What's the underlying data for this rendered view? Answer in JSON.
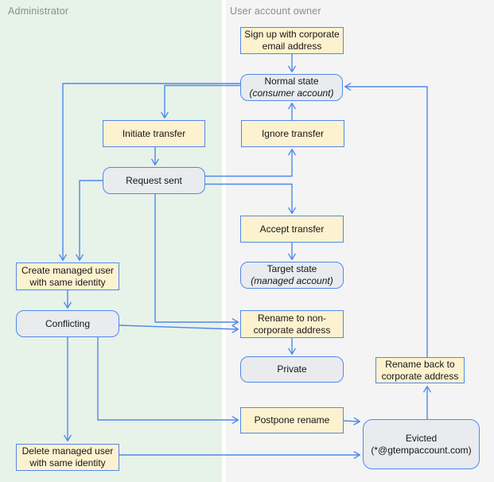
{
  "regions": {
    "administrator": {
      "label": "Administrator"
    },
    "user_account_owner": {
      "label": "User account owner"
    }
  },
  "nodes": {
    "signup": {
      "label": "Sign up with corporate email address",
      "type": "action"
    },
    "normal": {
      "label": "Normal state",
      "sublabel": "(consumer account)",
      "type": "state"
    },
    "initiate": {
      "label": "Initiate transfer",
      "type": "action"
    },
    "ignore": {
      "label": "Ignore transfer",
      "type": "action"
    },
    "request": {
      "label": "Request sent",
      "type": "state"
    },
    "accept": {
      "label": "Accept transfer",
      "type": "action"
    },
    "target": {
      "label": "Target state",
      "sublabel": "(managed account)",
      "type": "state"
    },
    "create": {
      "label": "Create managed user with same identity",
      "type": "action"
    },
    "conflicting": {
      "label": "Conflicting",
      "type": "state"
    },
    "rename_non": {
      "label": "Rename to non-corporate address",
      "type": "action"
    },
    "private": {
      "label": "Private",
      "type": "state"
    },
    "rename_back": {
      "label": "Rename back to corporate address",
      "type": "action"
    },
    "postpone": {
      "label": "Postpone rename",
      "type": "action"
    },
    "evicted": {
      "label": "Evicted",
      "sublabel": "(*@gtempaccount.com)",
      "type": "state"
    },
    "delete": {
      "label": "Delete managed user with same identity",
      "type": "action"
    }
  },
  "edges": [
    {
      "from": "signup",
      "to": "normal"
    },
    {
      "from": "normal",
      "to": "create"
    },
    {
      "from": "normal",
      "to": "initiate"
    },
    {
      "from": "initiate",
      "to": "request"
    },
    {
      "from": "request",
      "to": "create"
    },
    {
      "from": "request",
      "to": "ignore"
    },
    {
      "from": "ignore",
      "to": "normal"
    },
    {
      "from": "request",
      "to": "accept"
    },
    {
      "from": "accept",
      "to": "target"
    },
    {
      "from": "request",
      "to": "rename_non"
    },
    {
      "from": "conflicting",
      "to": "rename_non"
    },
    {
      "from": "rename_non",
      "to": "private"
    },
    {
      "from": "create",
      "to": "conflicting"
    },
    {
      "from": "conflicting",
      "to": "delete"
    },
    {
      "from": "conflicting",
      "to": "postpone"
    },
    {
      "from": "postpone",
      "to": "evicted"
    },
    {
      "from": "delete",
      "to": "evicted"
    },
    {
      "from": "evicted",
      "to": "rename_back"
    },
    {
      "from": "rename_back",
      "to": "normal"
    }
  ],
  "colors": {
    "accent_blue": "#5088ec",
    "action_fill": "#fdf2cf",
    "state_fill": "#e9ebef",
    "admin_region_bg": "#e7f2e8",
    "owner_region_bg": "#f4f4f4",
    "region_label_text": "#8c8c8c",
    "node_text": "#161616"
  }
}
